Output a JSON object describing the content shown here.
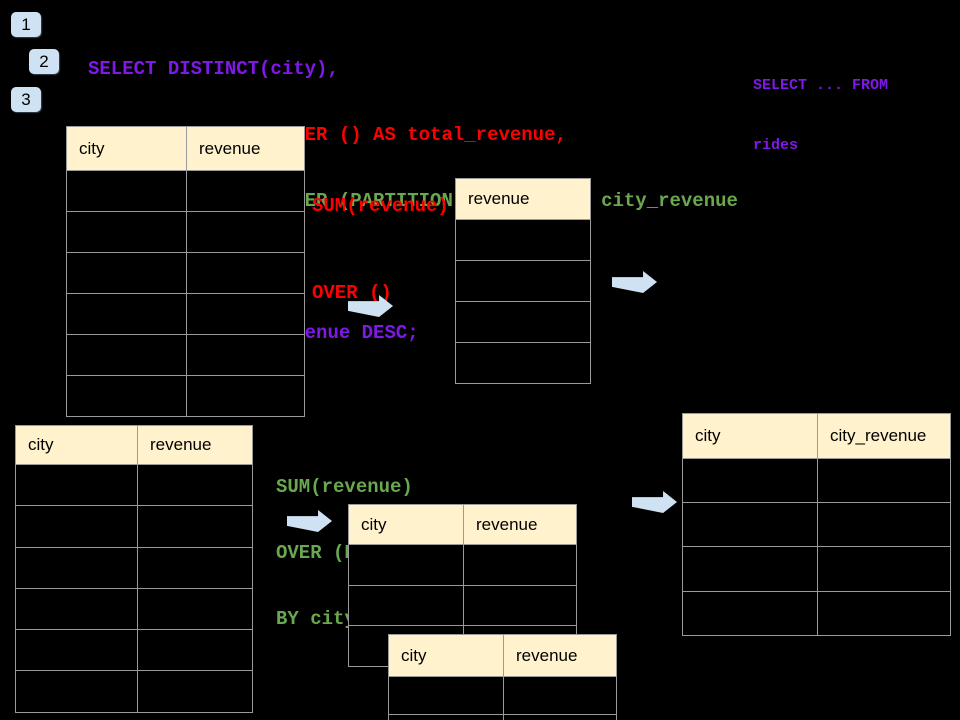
{
  "colors": {
    "background": "#000000",
    "purple": "#8018e8",
    "red": "#fe0000",
    "green": "#6aa84f",
    "table_header_fill": "#fff2cc",
    "arrow_fill": "#cfe2f3",
    "badge_fill": "#cfe2f3",
    "border_gray": "#9a9a9a",
    "text_black": "#000000"
  },
  "badges": [
    {
      "label": "1"
    },
    {
      "label": "2"
    },
    {
      "label": "3"
    }
  ],
  "sql_code": {
    "lines": [
      {
        "text": "SELECT DISTINCT(city),",
        "color": "purple"
      },
      {
        "text": "    SUM(revenue) OVER () AS total_revenue,",
        "color": "red"
      },
      {
        "text": "    SUM(revenue) OVER (PARTITION BY city) as city_revenue",
        "color": "green"
      },
      {
        "text": "  FROM rides",
        "color": "purple"
      },
      {
        "text": "  ORDER by city_revenue DESC;",
        "color": "purple"
      }
    ]
  },
  "side_note": {
    "line1": "SELECT ... FROM",
    "line2": "rides"
  },
  "annotations": {
    "total_revenue": {
      "line1": "SUM(revenue)",
      "line2": "OVER ()"
    },
    "partition": {
      "line1": "SUM(revenue)",
      "line2": "OVER (PARTITION",
      "line3": "BY city)"
    }
  },
  "tables": {
    "source_top": {
      "headers": [
        "city",
        "revenue"
      ],
      "body_rows": 6
    },
    "total_result": {
      "headers": [
        "revenue"
      ],
      "body_rows": 4
    },
    "source_bottom": {
      "headers": [
        "city",
        "revenue"
      ],
      "body_rows": 6
    },
    "partition_step": {
      "headers": [
        "city",
        "revenue"
      ],
      "body_rows": 3
    },
    "partition_step_overlay": {
      "headers": [
        "city",
        "revenue"
      ],
      "body_rows": 2
    },
    "partition_result": {
      "headers": [
        "city",
        "city_revenue"
      ],
      "body_rows": 4
    }
  },
  "icons": {
    "arrow": "right-arrow"
  }
}
